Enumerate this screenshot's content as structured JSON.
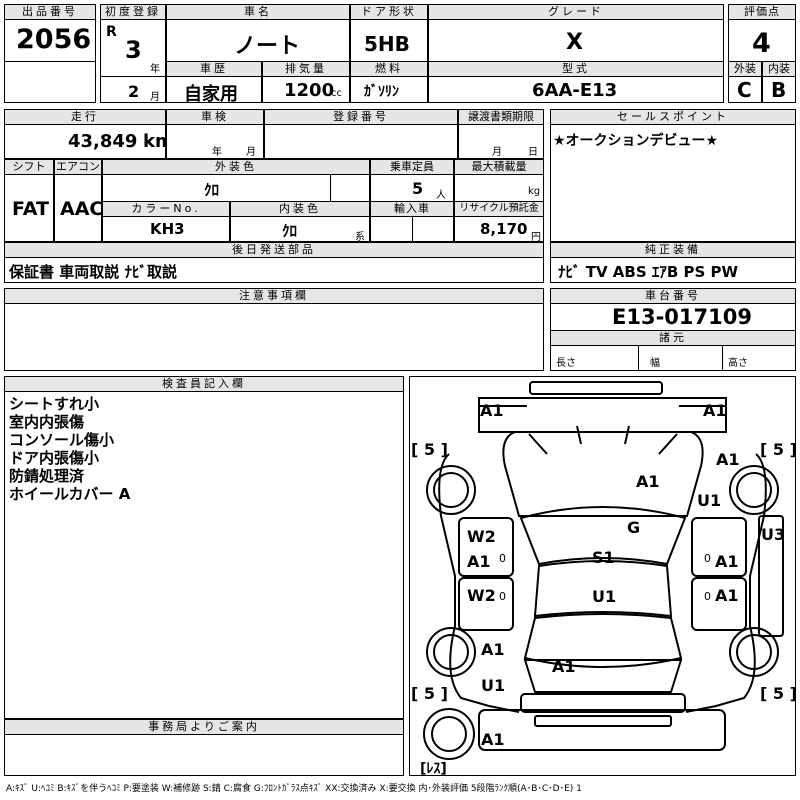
{
  "header": {
    "lot_label": "出品番号",
    "lot": "2056",
    "reg_label": "初度登録",
    "era": "R",
    "year": "3",
    "year_unit": "年",
    "month": "2",
    "month_unit": "月",
    "name_label": "車名",
    "name": "ノート",
    "door_label": "ドア形状",
    "door": "5HB",
    "grade_label": "グレード",
    "grade": "X",
    "score_label": "評価点",
    "score": "4",
    "history_label": "車歴",
    "history": "自家用",
    "disp_label": "排気量",
    "disp": "1200",
    "disp_unit": "cc",
    "fuel_label": "燃料",
    "fuel": "ｶﾞｿﾘﾝ",
    "model_label": "型式",
    "model": "6AA-E13",
    "ext_label": "外装",
    "ext": "C",
    "int_label": "内装",
    "int": "B"
  },
  "row2": {
    "mileage_label": "走行",
    "mileage": "43,849",
    "mileage_unit": "km",
    "inspect_label": "車検",
    "inspect_y": "年",
    "inspect_m": "月",
    "reg_no_label": "登録番号",
    "transfer_label": "譲渡書類期限",
    "transfer_m": "月",
    "transfer_d": "日",
    "sales_label": "セールスポイント",
    "sales": "★オークションデビュー★",
    "shift_label": "シフト",
    "shift": "FAT",
    "ac_label": "エアコン",
    "ac": "AAC",
    "color_label": "外装色",
    "color": "ｸﾛ",
    "seats_label": "乗車定員",
    "seats": "5",
    "seats_unit": "人",
    "load_label": "最大積載量",
    "load_unit": "kg",
    "colorno_label": "カラーNo.",
    "colorno": "KH3",
    "intcolor_label": "内装色",
    "intcolor": "ｸﾛ",
    "intcolor_unit": "系",
    "import_label": "輸入車",
    "recycle_label": "リサイクル預託金",
    "recycle": "8,170",
    "recycle_unit": "円",
    "later_label": "後日発送部品",
    "later": "保証書 車両取説 ﾅﾋﾞ取説",
    "equip_label": "純正装備",
    "equip": "ﾅﾋﾞ TV ABS ｴｱB PS PW"
  },
  "notes": {
    "caution_label": "注意事項欄",
    "chassis_label": "車台番号",
    "chassis": "E13-017109",
    "spec_label": "諸元",
    "len": "長さ",
    "wid": "幅",
    "hei": "高さ"
  },
  "inspector": {
    "label": "検査員記入欄",
    "lines": [
      "シートすれ小",
      "室内内張傷",
      "コンソール傷小",
      "ドア内張傷小",
      "防錆処理済",
      "ホイールカバー A"
    ]
  },
  "office": {
    "label": "事務局よりご案内"
  },
  "map": {
    "tire_fl": "[ 5 ]",
    "tire_fr": "[ 5 ]",
    "tire_rl": "[ 5 ]",
    "tire_rr": "[ 5 ]",
    "spare": "[ﾚｽ]",
    "a1_tl": "A1",
    "a1_tr": "A1",
    "a1_hood": "A1",
    "a1_fr": "A1",
    "u1_fr": "U1",
    "g": "G",
    "u3": "U3",
    "w2_a": "W2",
    "a1_l1": "A1",
    "a1_r1": "A1",
    "s1": "S1",
    "w2_b": "W2",
    "u1_roof": "U1",
    "a1_r2": "A1",
    "a1_rl": "A1",
    "u1_rl": "U1",
    "a1_trunk": "A1",
    "a1_bot": "A1",
    "zero": "0"
  },
  "legend": "A:ｷｽﾞ U:ﾍｺﾐ B:ｷｽﾞを伴うﾍｺﾐ P:要塗装 W:補修跡 S:錆 C:腐食 G:ﾌﾛﾝﾄｶﾞﾗｽ点ｷｽﾞ XX:交換済み X:要交換 内･外装評価 5段階ﾗﾝｸ順(A･B･C･D･E) 1"
}
